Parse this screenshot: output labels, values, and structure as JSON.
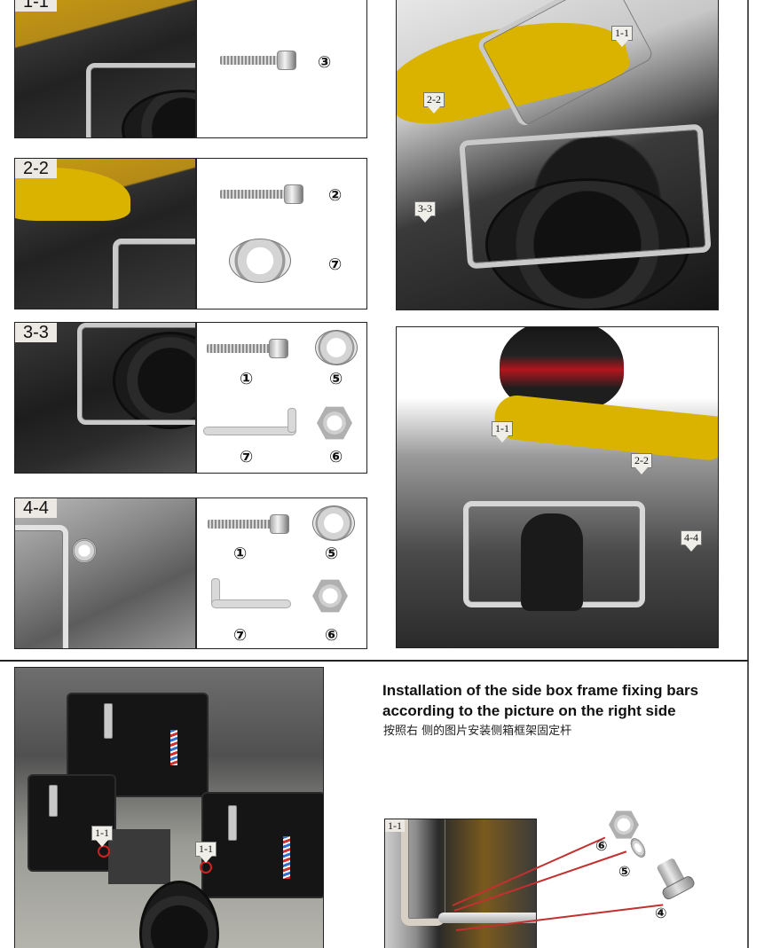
{
  "steps": [
    {
      "id": "1-1",
      "label": "1-1",
      "parts": [
        {
          "type": "bolt",
          "number": "③"
        }
      ]
    },
    {
      "id": "2-2",
      "label": "2-2",
      "parts": [
        {
          "type": "bolt",
          "number": "②"
        },
        {
          "type": "washer",
          "number": "⑦"
        }
      ]
    },
    {
      "id": "3-3",
      "label": "3-3",
      "parts": [
        {
          "type": "bolt",
          "number": "①"
        },
        {
          "type": "washer",
          "number": "⑤"
        },
        {
          "type": "bracket",
          "number": "⑦"
        },
        {
          "type": "nut",
          "number": "⑥"
        }
      ]
    },
    {
      "id": "4-4",
      "label": "4-4",
      "parts": [
        {
          "type": "bolt",
          "number": "①"
        },
        {
          "type": "washer",
          "number": "⑤"
        },
        {
          "type": "bracket",
          "number": "⑦"
        },
        {
          "type": "nut",
          "number": "⑥"
        }
      ]
    }
  ],
  "overview_top": {
    "pins": [
      "1-1",
      "2-2",
      "3-3"
    ]
  },
  "overview_bottom": {
    "pins": [
      "1-1",
      "2-2",
      "4-4"
    ]
  },
  "bottom_photo": {
    "pins": [
      "1-1",
      "1-1"
    ]
  },
  "instructions": {
    "line1": "Installation of the side box frame fixing bars",
    "line2": "according to the picture on the right side",
    "chinese": "按照右 侧的图片安装侧箱框架固定杆"
  },
  "detail": {
    "label": "1-1",
    "parts": [
      {
        "type": "nut",
        "number": "⑥"
      },
      {
        "type": "washer",
        "number": "⑤"
      },
      {
        "type": "spacer-bolt",
        "number": "④"
      }
    ]
  },
  "colors": {
    "leader_red": "#c23030",
    "seat_yellow": "#d9b300",
    "frame_border": "#222222"
  }
}
